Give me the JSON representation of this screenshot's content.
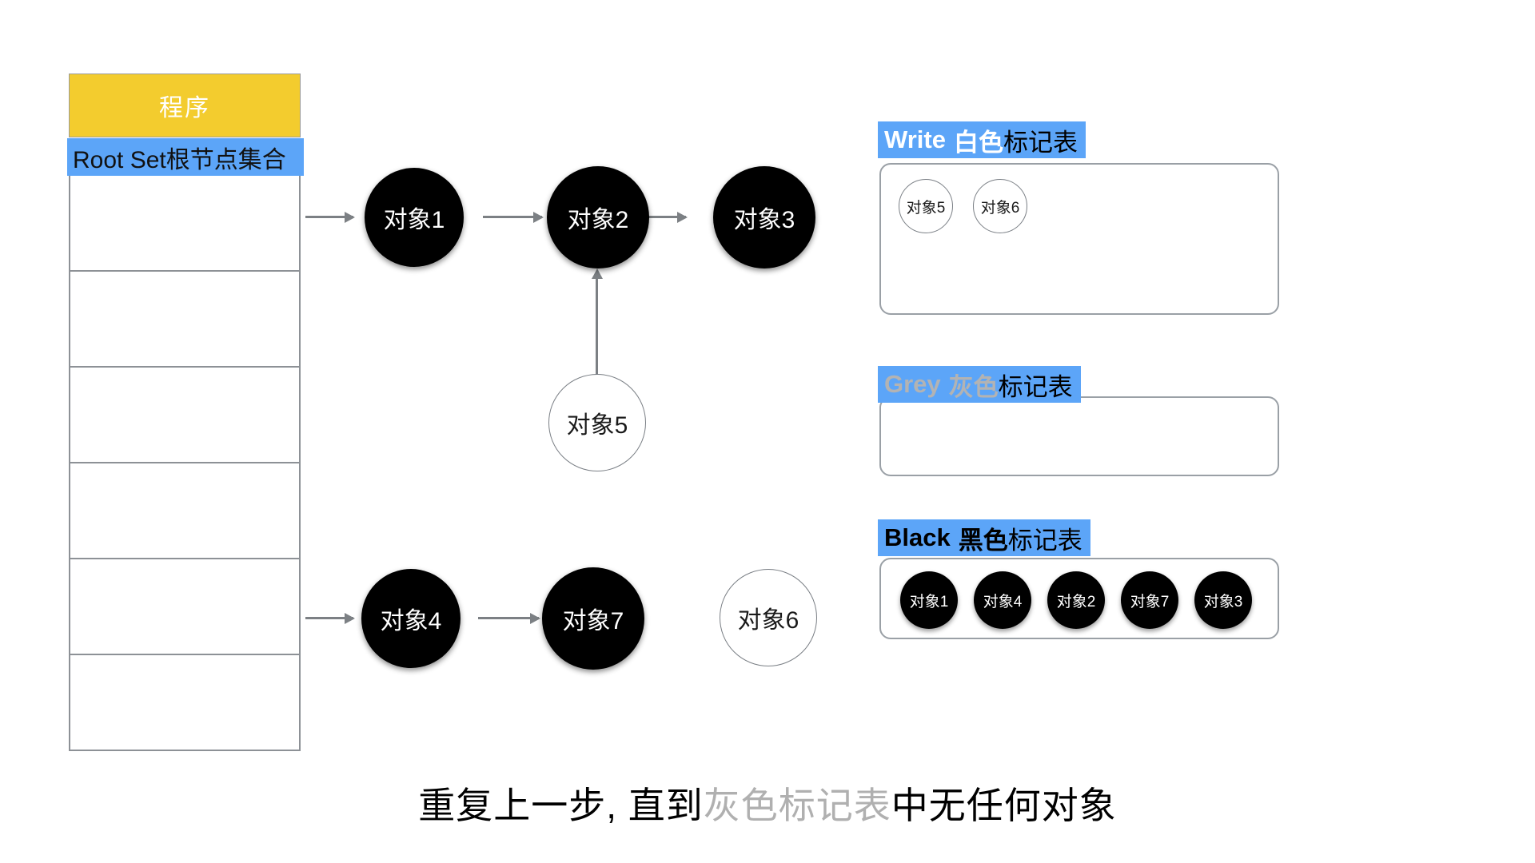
{
  "rootset": {
    "program_label": "程序",
    "rootset_label": "Root Set根节点集合",
    "row_count": 6,
    "colors": {
      "program_fill": "#F3CC2E",
      "band_fill": "#5CA5F8",
      "border": "#8d9196"
    }
  },
  "graph": {
    "nodes": [
      {
        "id": "n1",
        "label": "对象1",
        "style": "black"
      },
      {
        "id": "n2",
        "label": "对象2",
        "style": "black"
      },
      {
        "id": "n3",
        "label": "对象3",
        "style": "black"
      },
      {
        "id": "n5",
        "label": "对象5",
        "style": "white"
      },
      {
        "id": "n4",
        "label": "对象4",
        "style": "black"
      },
      {
        "id": "n7",
        "label": "对象7",
        "style": "black"
      },
      {
        "id": "n6",
        "label": "对象6",
        "style": "white"
      }
    ],
    "edges": [
      {
        "from": "rootset",
        "to": "对象1"
      },
      {
        "from": "对象1",
        "to": "对象2"
      },
      {
        "from": "对象2",
        "to": "对象3"
      },
      {
        "from": "对象5",
        "to": "对象2"
      },
      {
        "from": "rootset",
        "to": "对象4"
      },
      {
        "from": "对象4",
        "to": "对象7"
      }
    ]
  },
  "mark_tables": [
    {
      "key": "write",
      "title_en": "Write",
      "title_cn_strong": "白色",
      "title_tail": "标记表",
      "en_color": "#ffffff",
      "objects": [
        {
          "label": "对象5",
          "style": "white"
        },
        {
          "label": "对象6",
          "style": "white"
        }
      ]
    },
    {
      "key": "grey",
      "title_en": "Grey",
      "title_cn_strong": "灰色",
      "title_tail": "标记表",
      "en_color": "#b3b3b3",
      "objects": []
    },
    {
      "key": "black",
      "title_en": "Black",
      "title_cn_strong": "黑色",
      "title_tail": "标记表",
      "en_color": "#000000",
      "objects": [
        {
          "label": "对象1",
          "style": "black"
        },
        {
          "label": "对象4",
          "style": "black"
        },
        {
          "label": "对象2",
          "style": "black"
        },
        {
          "label": "对象7",
          "style": "black"
        },
        {
          "label": "对象3",
          "style": "black"
        }
      ]
    }
  ],
  "caption": {
    "part1": "重复上一步, 直到",
    "highlight": "灰色标记表",
    "part2": "中无任何对象",
    "highlight_color": "#b0b0b0"
  }
}
